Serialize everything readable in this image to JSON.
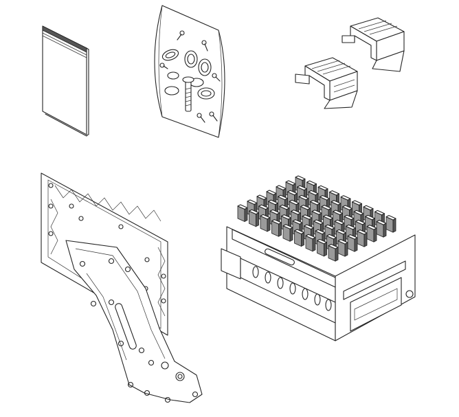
{
  "illustration": {
    "background": "#ffffff",
    "line_color": "#222222",
    "parts": [
      {
        "id": "manual",
        "icon": "booklet-icon"
      },
      {
        "id": "hardware-bag",
        "icon": "bag-of-screws-icon"
      },
      {
        "id": "clips",
        "icon": "clip-pair-icon"
      },
      {
        "id": "mounting-bracket",
        "icon": "bracket-plate-icon"
      },
      {
        "id": "main-unit",
        "icon": "finned-module-icon"
      }
    ]
  }
}
